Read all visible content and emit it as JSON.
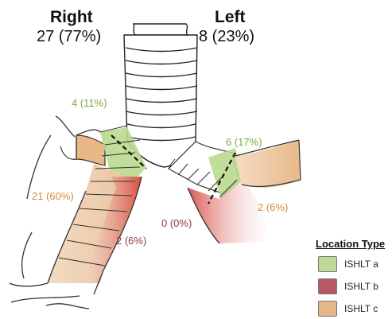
{
  "sides": {
    "right": {
      "title": "Right",
      "count": "27 (77%)"
    },
    "left": {
      "title": "Left",
      "count": "8 (23%)"
    }
  },
  "annotations": {
    "right_a": "4 (11%)",
    "right_c": "21 (60%)",
    "right_b": "2 (6%)",
    "left_a": "6 (17%)",
    "left_b": "0 (0%)",
    "left_c": "2 (6%)"
  },
  "legend": {
    "title": "Location Type",
    "items": [
      {
        "label": "ISHLT a",
        "color": "#bfd99a"
      },
      {
        "label": "ISHLT b",
        "color": "#b55a63"
      },
      {
        "label": "ISHLT c",
        "color": "#e6b98a"
      }
    ]
  },
  "colors": {
    "ishlt_a_text": "#7ea83a",
    "ishlt_b_text": "#8c3a3a",
    "ishlt_c_text": "#d48a3a",
    "green_fill": "#b9d98f",
    "red_fill": "#d44a3f",
    "tan_fill": "#e9b07a"
  }
}
